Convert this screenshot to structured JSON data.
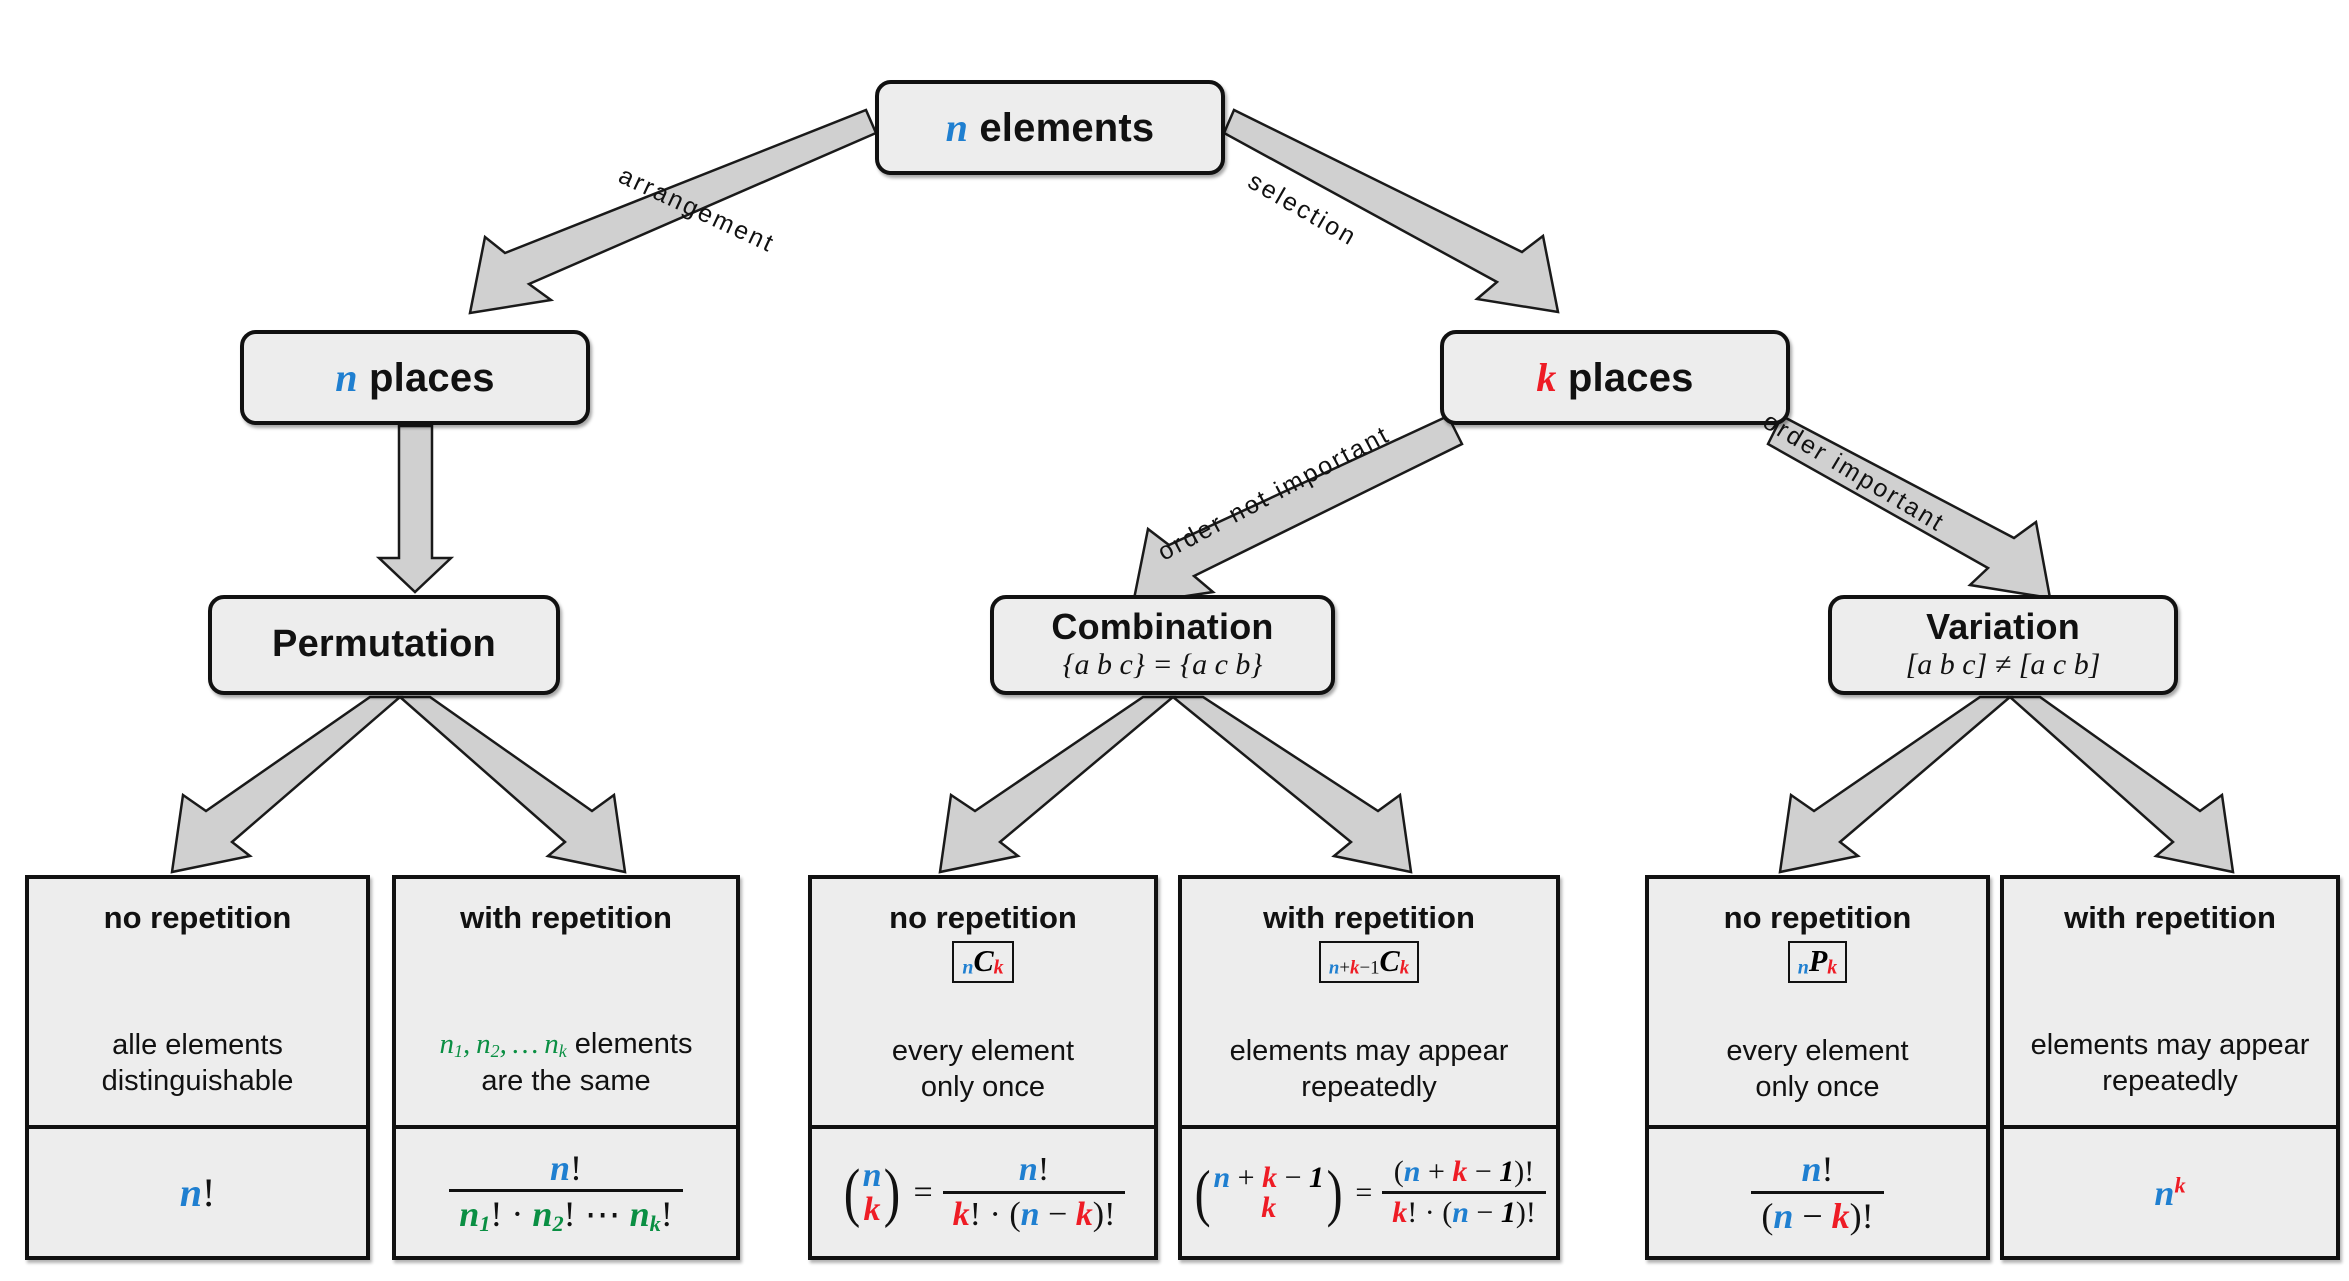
{
  "diagram": {
    "title": "Combinatorics overview",
    "colors": {
      "n": "#1f7fd0",
      "k": "#ee1c25",
      "ni": "#0a8f43",
      "box_fill": "#ededed",
      "border": "#111111",
      "arrow_fill": "#d0d0d0"
    }
  },
  "nodes": {
    "root": {
      "label_n": "n",
      "label_text": " elements"
    },
    "n_places": {
      "label_n": "n",
      "label_text": " places"
    },
    "k_places": {
      "label_k": "k",
      "label_text": " places"
    },
    "permutation": {
      "title": "Permutation",
      "subtitle": ""
    },
    "combination": {
      "title": "Combination",
      "subtitle": "{a b c} = {a c b}"
    },
    "variation": {
      "title": "Variation",
      "subtitle": "[a b c] ≠ [a c b]"
    }
  },
  "edge_labels": {
    "arrangement": "arrangement",
    "selection": "selection",
    "order_not_important": "order not important",
    "order_important": "order important"
  },
  "leaves": [
    {
      "id": "permutation-no-repetition",
      "head": "no repetition",
      "notation": "",
      "desc_line1": "alle elements",
      "desc_line2": "distinguishable",
      "formula_plain": "n!"
    },
    {
      "id": "permutation-with-repetition",
      "head": "with repetition",
      "notation": "",
      "desc_line1": "n₁, n₂, … nₖ elements",
      "desc_line2": "are the same",
      "formula_plain": "n! / (n₁! · n₂! ⋯ nₖ!)"
    },
    {
      "id": "combination-no-repetition",
      "head": "no repetition",
      "notation": "nCk",
      "desc_line1": "every element",
      "desc_line2": "only once",
      "formula_plain": "(n choose k) = n! / (k! · (n − k)!)"
    },
    {
      "id": "combination-with-repetition",
      "head": "with repetition",
      "notation": "n+k−1Ck",
      "desc_line1": "elements may appear",
      "desc_line2": "repeatedly",
      "formula_plain": "(n+k−1 choose k) = (n + k − 1)! / (k! · (n − 1)!)"
    },
    {
      "id": "variation-no-repetition",
      "head": "no repetition",
      "notation": "nPk",
      "desc_line1": "every element",
      "desc_line2": "only once",
      "formula_plain": "n! / (n − k)!"
    },
    {
      "id": "variation-with-repetition",
      "head": "with repetition",
      "notation": "",
      "desc_line1": "elements may appear",
      "desc_line2": "repeatedly",
      "formula_plain": "n^k"
    }
  ],
  "symbols": {
    "n": "n",
    "k": "k",
    "one": "1",
    "fact": "!",
    "plus": "+",
    "minus": "−",
    "cdot": "·",
    "equals": "=",
    "ldots": "⋯",
    "C": "C",
    "P": "P"
  }
}
